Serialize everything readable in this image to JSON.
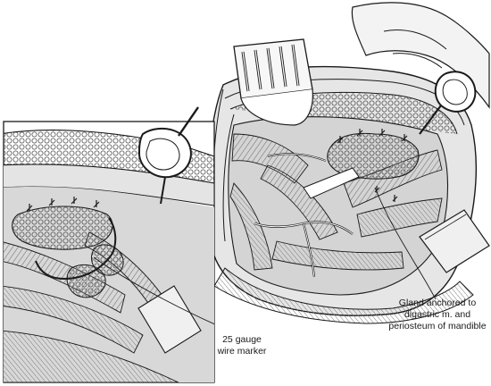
{
  "figure": {
    "labels": {
      "gland_anchor": [
        "Gland anchored to",
        "digastric m. and",
        "periosteum of mandible"
      ],
      "wire_marker": [
        "25 gauge",
        "wire marker"
      ]
    }
  },
  "colors": {
    "ink": "#1a1a1a",
    "muscle_shade": "#bdbdbd",
    "deep_shade": "#8a8a8a",
    "background": "#ffffff"
  }
}
